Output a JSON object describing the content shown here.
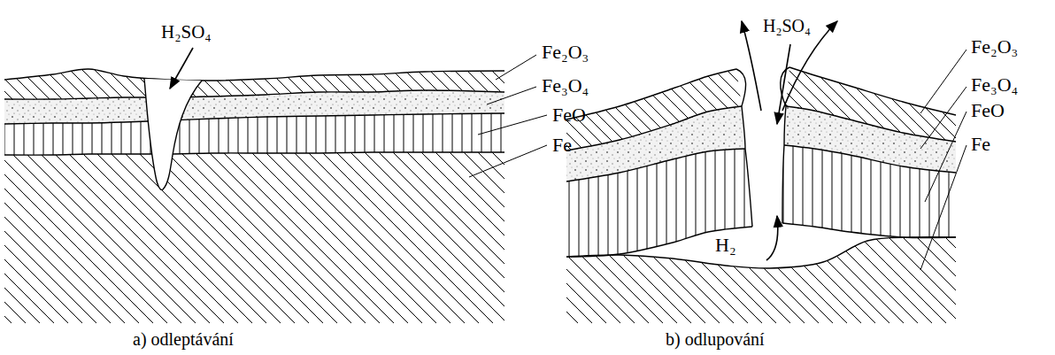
{
  "diagram": {
    "labels": [
      "H₂SO₄",
      "Fe₂O₃",
      "Fe₃O₄",
      "FeO",
      "Fe",
      "a) odleptávání",
      "H₂SO₄",
      "Fe₂O₃",
      "Fe₃O₄",
      "FeO",
      "Fe",
      "H₂",
      "b) odlupování"
    ]
  }
}
